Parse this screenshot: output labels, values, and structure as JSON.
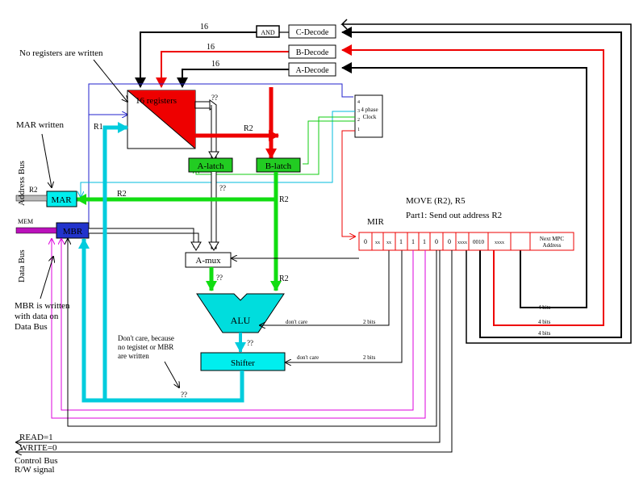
{
  "decoders": {
    "c": "C-Decode",
    "b": "B-Decode",
    "a": "A-Decode",
    "and": "AND",
    "bus_width": "16"
  },
  "registers": {
    "label": "16 registers",
    "out_a": "??",
    "out_b": "R2"
  },
  "clock": {
    "label_line1": "4 phase",
    "label_line2": "Clock",
    "phases": [
      "4",
      "3",
      "2",
      "1"
    ]
  },
  "latches": {
    "a": "A-latch",
    "b": "B-latch",
    "a_out": "??",
    "b_out": "R2"
  },
  "mar": {
    "label": "MAR",
    "in": "R2",
    "from_b": "R2",
    "bus_in": "R2"
  },
  "mbr": {
    "label": "MBR",
    "mem": "MEM",
    "reg_in": "R1"
  },
  "amux": {
    "label": "A-mux",
    "out": "??"
  },
  "alu": {
    "label": "ALU",
    "in_b": "R2",
    "out": "??",
    "ctrl": "don't care",
    "bits": "2 bits"
  },
  "shifter": {
    "label": "Shifter",
    "ctrl": "don't care",
    "bits": "2 bits",
    "out": "??"
  },
  "mir": {
    "label": "MIR",
    "fields": [
      "0",
      "xx",
      "xx",
      "1",
      "1",
      "1",
      "0",
      "0",
      "xxxx",
      "0010",
      "xxxx"
    ],
    "next_mpc_line1": "Next MPC",
    "next_mpc_line2": "Address"
  },
  "instruction": {
    "line1": "MOVE (R2), R5",
    "line2": "Part1: Send out address R2"
  },
  "bit_labels": [
    "4 bits",
    "4 bits",
    "4 bits"
  ],
  "annotations": {
    "no_regs": "No registers are written",
    "mar_written": "MAR written",
    "address_bus": "Address Bus",
    "data_bus": "Data Bus",
    "mbr_written_1": "MBR is written",
    "mbr_written_2": "with data on",
    "mbr_written_3": "Data Bus",
    "dont_care_1": "Don't care, because",
    "dont_care_2": "no tegistet or MBR",
    "dont_care_3": "are written"
  },
  "control": {
    "read": "READ=1",
    "write": "WRITE=0",
    "bus1": "Control Bus",
    "bus2": "R/W signal"
  }
}
